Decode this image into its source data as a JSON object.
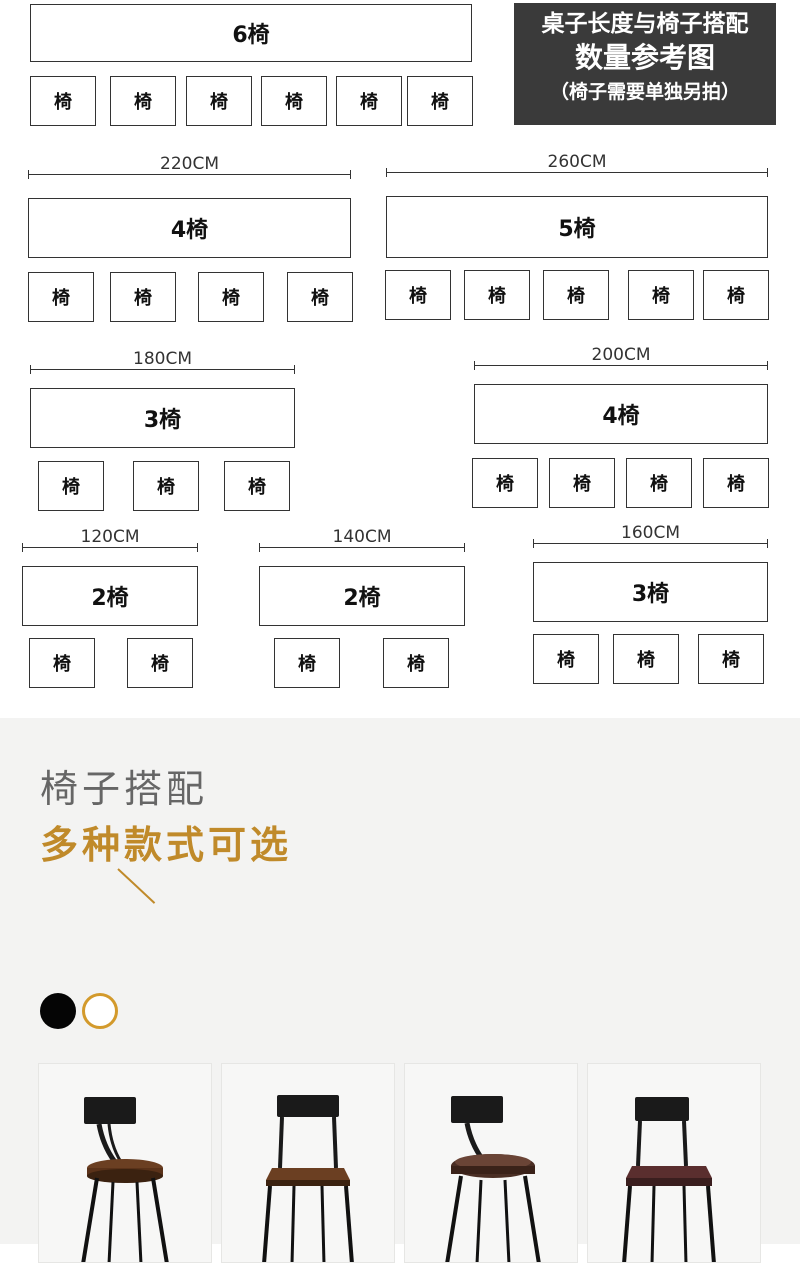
{
  "chair_char": "椅",
  "banner": {
    "line1": "桌子长度与椅子搭配",
    "line2": "数量参考图",
    "line3": "（椅子需要单独另拍）"
  },
  "layouts": {
    "six": {
      "table": "6椅"
    },
    "l220": {
      "length": "220CM",
      "table": "4椅"
    },
    "l260": {
      "length": "260CM",
      "table": "5椅"
    },
    "l180": {
      "length": "180CM",
      "table": "3椅"
    },
    "l200": {
      "length": "200CM",
      "table": "4椅"
    },
    "l120": {
      "length": "120CM",
      "table": "2椅"
    },
    "l140": {
      "length": "140CM",
      "table": "2椅"
    },
    "l160": {
      "length": "160CM",
      "table": "3椅"
    }
  },
  "section": {
    "title": "椅子搭配",
    "subtitle": "多种款式可选"
  },
  "swatches": [
    {
      "name": "black",
      "color": "#050505"
    },
    {
      "name": "orange-ring",
      "color": "#d39a2c"
    }
  ],
  "products": [
    {
      "name": "stool-round-wood-curved-back"
    },
    {
      "name": "stool-square-wood-straight-back"
    },
    {
      "name": "stool-round-leather-curved-back"
    },
    {
      "name": "stool-square-leather-straight-back"
    }
  ]
}
